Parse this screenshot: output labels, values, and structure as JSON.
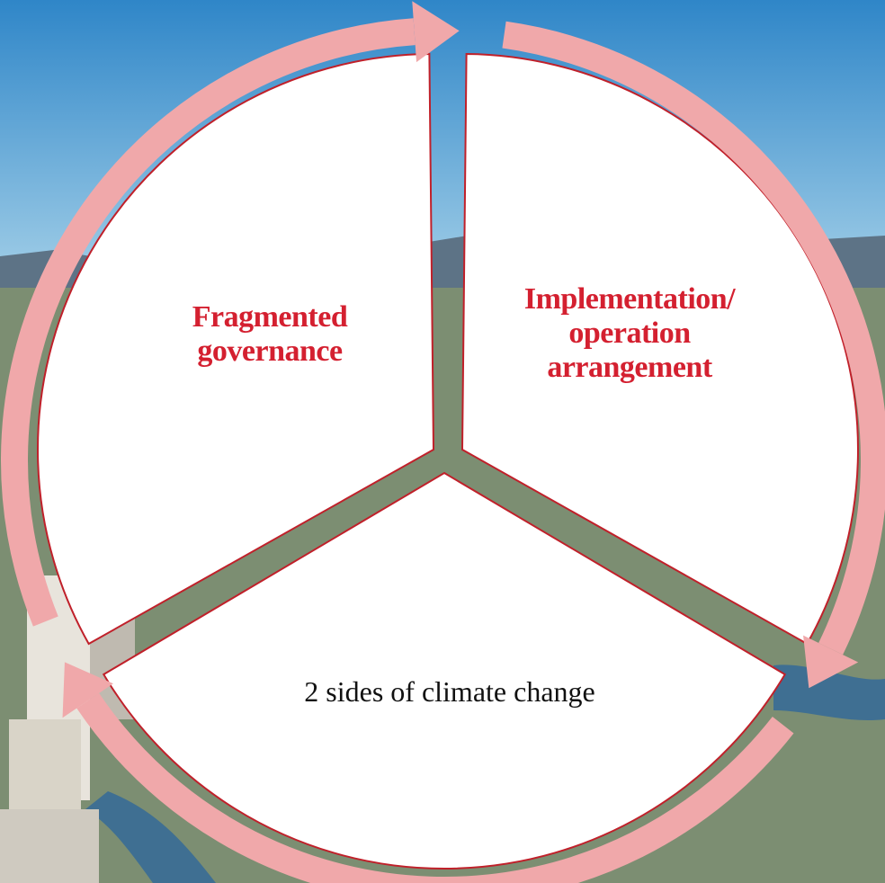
{
  "diagram": {
    "segments": [
      {
        "label_lines": [
          "Fragmented",
          "governance"
        ],
        "emphasis": "bold",
        "text_color": "#d42030"
      },
      {
        "label_lines": [
          "Implementation/",
          "operation",
          "arrangement"
        ],
        "emphasis": "bold",
        "text_color": "#d42030"
      },
      {
        "label_lines": [
          "2 sides of climate change"
        ],
        "emphasis": "normal",
        "text_color": "#111111"
      }
    ],
    "cycle_direction": "clockwise",
    "colors": {
      "segment_fill": "#ffffff",
      "segment_border": "#c0202a",
      "arrow": "#f0a8aa",
      "sky_top": "#2f86c8",
      "sky_horizon": "#9ccbe6",
      "mountains": "#5d7386",
      "city": "#7c8e72",
      "water": "#3f6f92"
    },
    "background": "aerial-city-photo"
  }
}
